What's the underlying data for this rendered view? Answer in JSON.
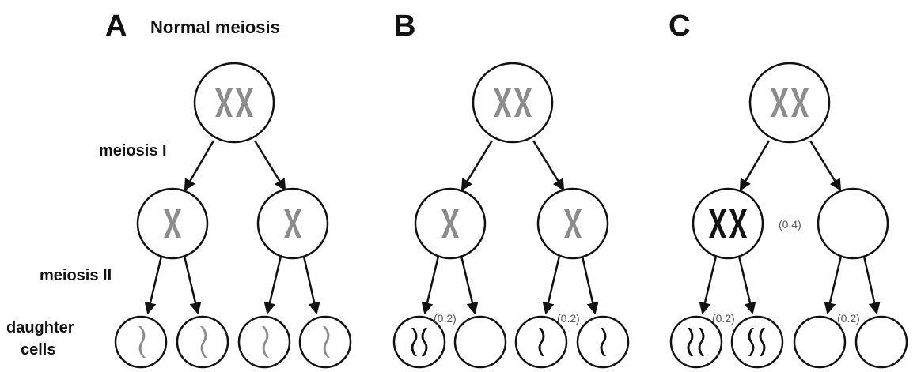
{
  "panels": {
    "a": {
      "letter": "A",
      "subtitle": "Normal meiosis"
    },
    "b": {
      "letter": "B"
    },
    "c": {
      "letter": "C"
    }
  },
  "row_labels": {
    "meiosis_1": "meiosis I",
    "meiosis_2": "meiosis II",
    "daughter_1": "daughter",
    "daughter_2": "cells"
  },
  "probabilities": {
    "b_left": "(0.2)",
    "b_right": "(0.2)",
    "c_mid": "(0.4)",
    "c_left": "(0.2)",
    "c_right": "(0.2)"
  },
  "colors": {
    "normal_chromosome": "#8c8c8c",
    "abnormal_chromosome": "#111111",
    "outline": "#111111"
  }
}
